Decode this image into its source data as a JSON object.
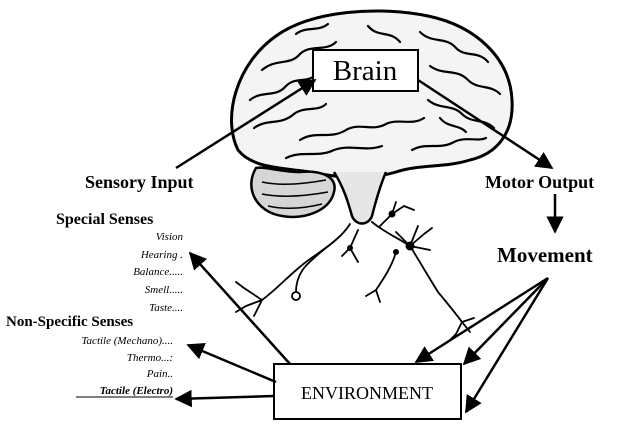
{
  "brain_label": "Brain",
  "sensory_input": "Sensory Input",
  "motor_output": "Motor Output",
  "movement": "Movement",
  "environment": "ENVIRONMENT",
  "special_senses": {
    "heading": "Special Senses",
    "items": [
      "Vision",
      "Hearing .",
      "Balance.....",
      "Smell.....",
      "Taste...."
    ]
  },
  "non_specific_senses": {
    "heading": "Non-Specific Senses",
    "items": [
      "Tactile (Mechano)....",
      "Thermo...:",
      "Pain..",
      "Tactile (Electro)"
    ]
  }
}
